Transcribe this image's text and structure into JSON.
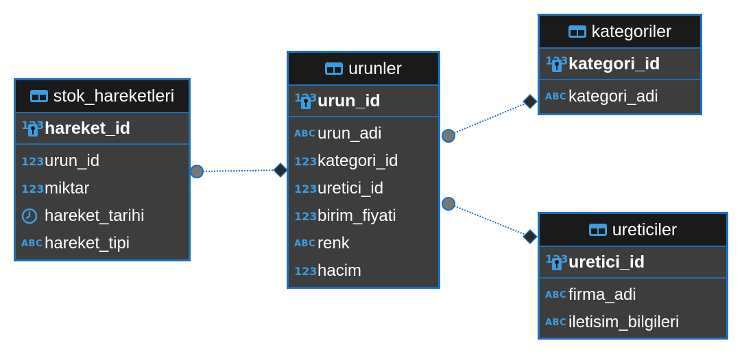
{
  "colors": {
    "entity_border": "#1f6fb8",
    "entity_bg": "#3d3d3d",
    "header_bg": "#1a1a1a",
    "type_icon": "#3d9be0",
    "link": "#1f6fb8",
    "connector": "#777777"
  },
  "tables": {
    "stok_hareketleri": {
      "title": "stok_hareketleri",
      "pk": {
        "name": "hareket_id",
        "type": "123"
      },
      "columns": [
        {
          "name": "urun_id",
          "type": "123"
        },
        {
          "name": "miktar",
          "type": "123"
        },
        {
          "name": "hareket_tarihi",
          "type": "clock-icon"
        },
        {
          "name": "hareket_tipi",
          "type": "ABC"
        }
      ]
    },
    "urunler": {
      "title": "urunler",
      "pk": {
        "name": "urun_id",
        "type": "123"
      },
      "columns": [
        {
          "name": "urun_adi",
          "type": "ABC"
        },
        {
          "name": "kategori_id",
          "type": "123"
        },
        {
          "name": "uretici_id",
          "type": "123"
        },
        {
          "name": "birim_fiyati",
          "type": "123"
        },
        {
          "name": "renk",
          "type": "ABC"
        },
        {
          "name": "hacim",
          "type": "123"
        }
      ]
    },
    "kategoriler": {
      "title": "kategoriler",
      "pk": {
        "name": "kategori_id",
        "type": "123"
      },
      "columns": [
        {
          "name": "kategori_adi",
          "type": "ABC"
        }
      ]
    },
    "ureticiler": {
      "title": "ureticiler",
      "pk": {
        "name": "uretici_id",
        "type": "123"
      },
      "columns": [
        {
          "name": "firma_adi",
          "type": "ABC"
        },
        {
          "name": "iletisim_bilgileri",
          "type": "ABC"
        }
      ]
    }
  }
}
